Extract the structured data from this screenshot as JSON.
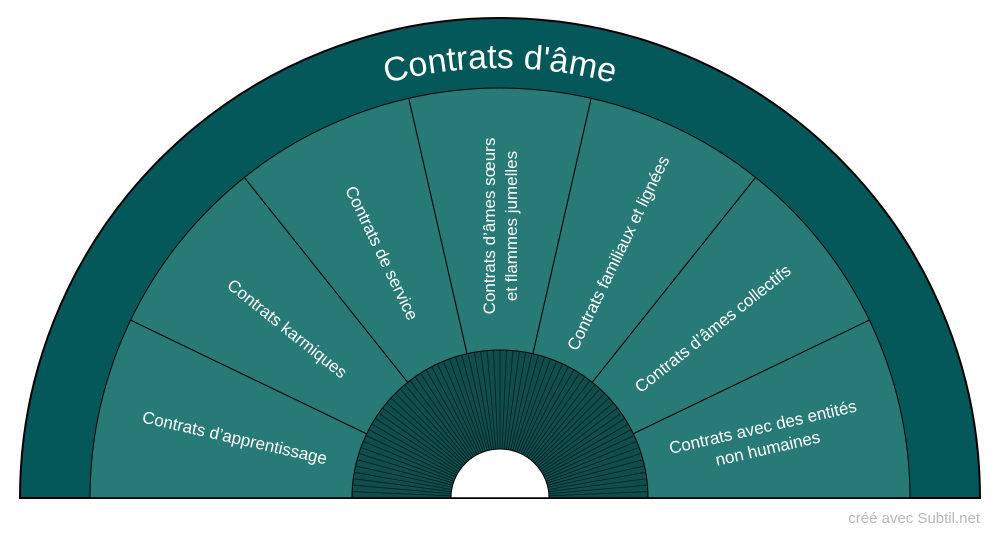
{
  "title": "Contrats d'âme",
  "sectors": [
    {
      "lines": [
        "Contrats d’apprentissage"
      ]
    },
    {
      "lines": [
        "Contrats karmiques"
      ]
    },
    {
      "lines": [
        "Contrats de service"
      ]
    },
    {
      "lines": [
        "Contrats d’âmes sœurs",
        "et flammes jumelles"
      ]
    },
    {
      "lines": [
        "Contrats familiaux et lignées"
      ]
    },
    {
      "lines": [
        "Contrats d’âmes collectifs"
      ]
    },
    {
      "lines": [
        "Contrats avec des entités",
        "non humaines"
      ]
    }
  ],
  "credit": "créé avec Subtil.net",
  "colors": {
    "outer_ring": "#04585a",
    "sector_fill": "#277a76",
    "outline": "#000000",
    "text": "#ffffff",
    "inner_fan": "#0f4e4c",
    "credit": "#b8b8b8"
  }
}
